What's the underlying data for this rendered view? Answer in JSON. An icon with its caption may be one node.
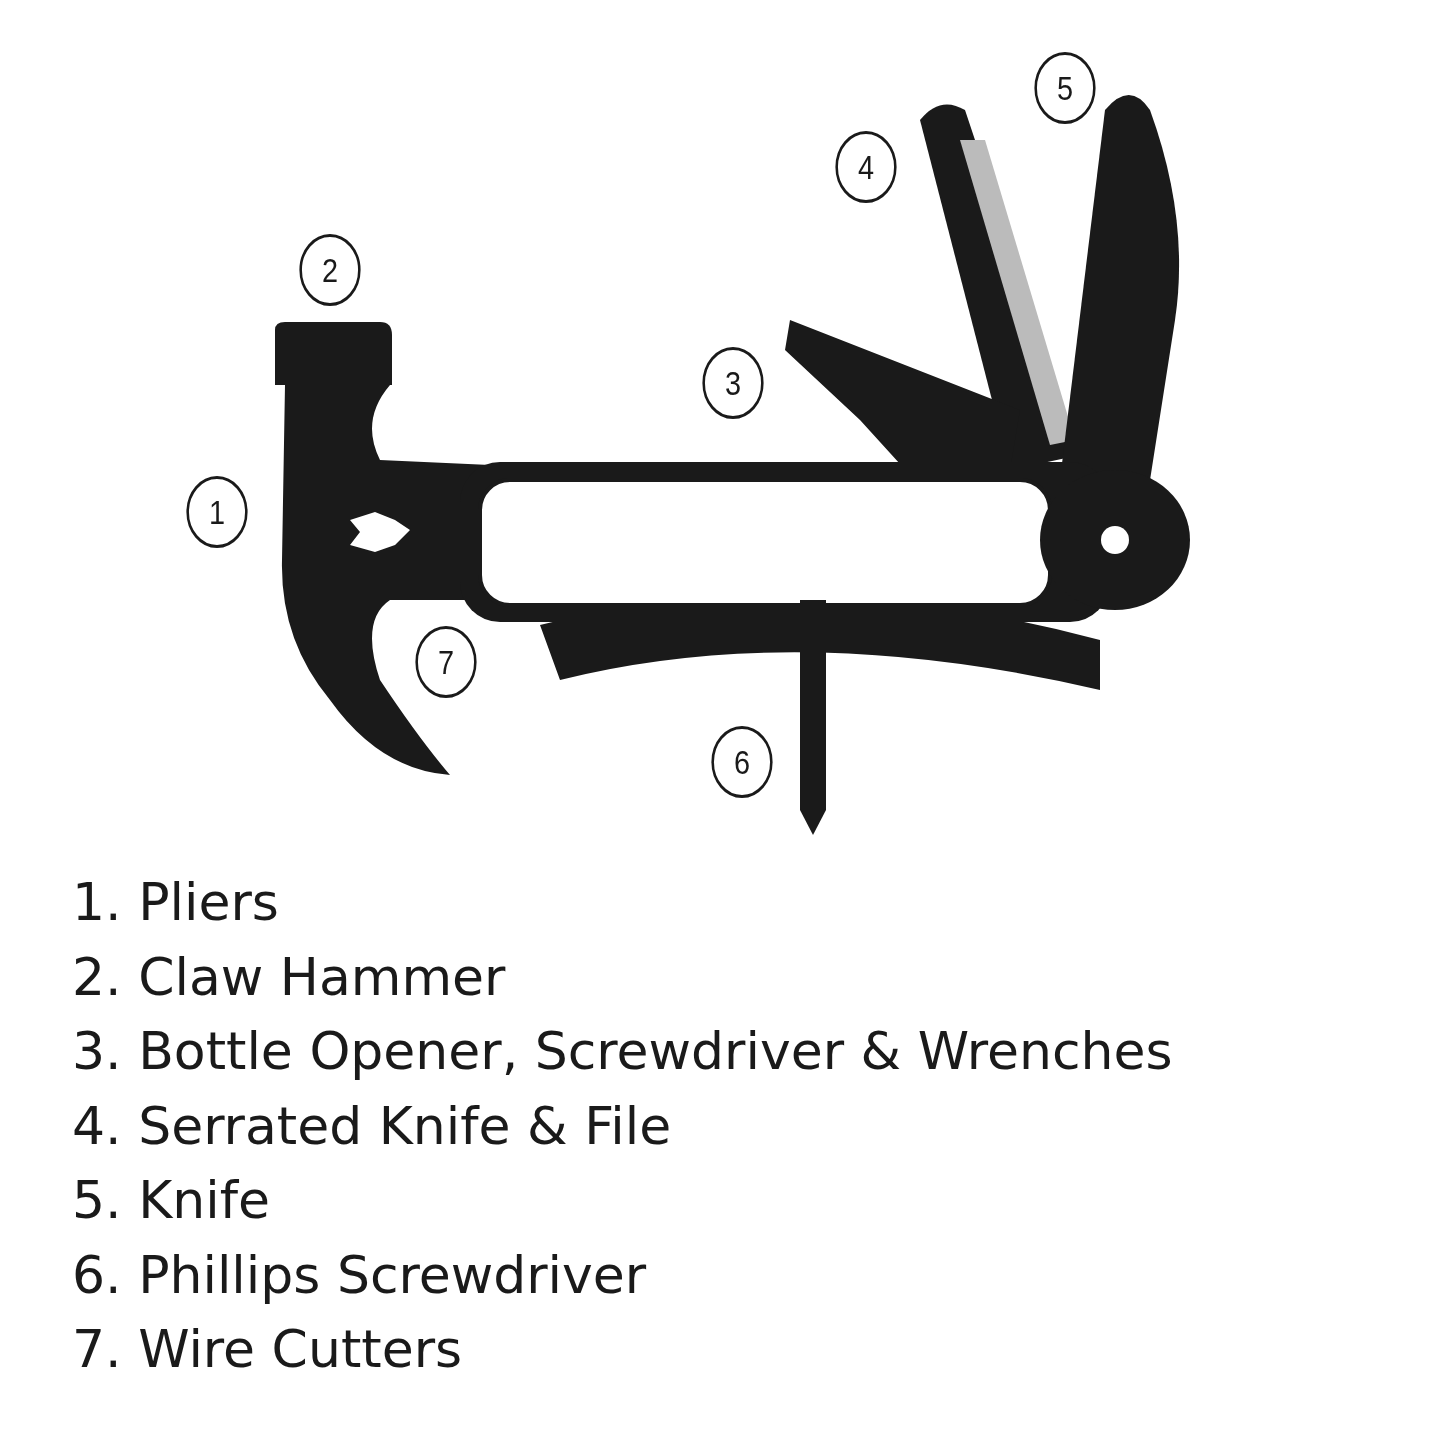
{
  "diagram": {
    "labels": [
      "5",
      "4",
      "2",
      "3",
      "1",
      "7",
      "6",
      "1. Pliers",
      "2. Claw Hammer",
      "3. Bottle Opener, Screwdriver & Wrenches",
      "4. Serrated Knife & File",
      "5. Knife",
      "6. Phillips Screwdriver",
      "7. Wire Cutters"
    ]
  }
}
